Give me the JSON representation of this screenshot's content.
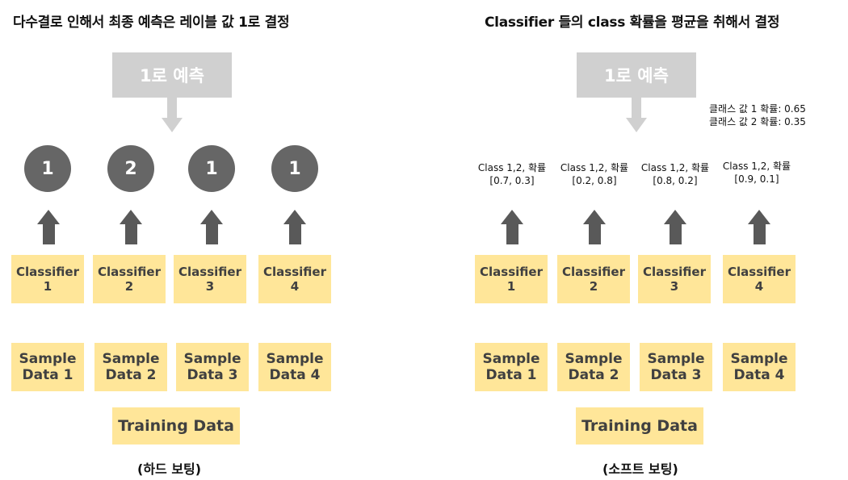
{
  "hard": {
    "title": "다수결로 인해서 최종 예측은 레이블 값 1로 결정",
    "prediction": "1로 예측",
    "votes": [
      "1",
      "2",
      "1",
      "1"
    ],
    "classifiers": [
      {
        "name": "Classifier",
        "num": "1"
      },
      {
        "name": "Classifier",
        "num": "2"
      },
      {
        "name": "Classifier",
        "num": "3"
      },
      {
        "name": "Classifier",
        "num": "4"
      }
    ],
    "samples": [
      {
        "line1": "Sample",
        "line2": "Data 1"
      },
      {
        "line1": "Sample",
        "line2": "Data 2"
      },
      {
        "line1": "Sample",
        "line2": "Data 3"
      },
      {
        "line1": "Sample",
        "line2": "Data 4"
      }
    ],
    "training": "Training Data",
    "caption": "(하드 보팅)"
  },
  "soft": {
    "title": "Classifier 들의 class 확률을 평균을 취해서 결정",
    "prediction": "1로 예측",
    "averages": [
      "클래스 값 1 확률: 0.65",
      "클래스 값 2 확률: 0.35"
    ],
    "probs": [
      {
        "label": "Class 1,2, 확률",
        "value": "[0.7, 0.3]"
      },
      {
        "label": "Class 1,2, 확률",
        "value": "[0.2, 0.8]"
      },
      {
        "label": "Class 1,2, 확률",
        "value": "[0.8, 0.2]"
      },
      {
        "label": "Class 1,2, 확률",
        "value": "[0.9, 0.1]"
      }
    ],
    "classifiers": [
      {
        "name": "Classifier",
        "num": "1"
      },
      {
        "name": "Classifier",
        "num": "2"
      },
      {
        "name": "Classifier",
        "num": "3"
      },
      {
        "name": "Classifier",
        "num": "4"
      }
    ],
    "samples": [
      {
        "line1": "Sample",
        "line2": "Data 1"
      },
      {
        "line1": "Sample",
        "line2": "Data 2"
      },
      {
        "line1": "Sample",
        "line2": "Data 3"
      },
      {
        "line1": "Sample",
        "line2": "Data 4"
      }
    ],
    "training": "Training Data",
    "caption": "(소프트 보팅)"
  },
  "colors": {
    "box_fill": "#ffe699",
    "box_text": "#404040",
    "prediction_fill": "#d0d0d0",
    "vote_circle": "#666666",
    "arrow_dark": "#595959",
    "arrow_light": "#d0d0d0"
  },
  "icons": [
    "down-arrow-icon",
    "up-arrow-icon"
  ]
}
